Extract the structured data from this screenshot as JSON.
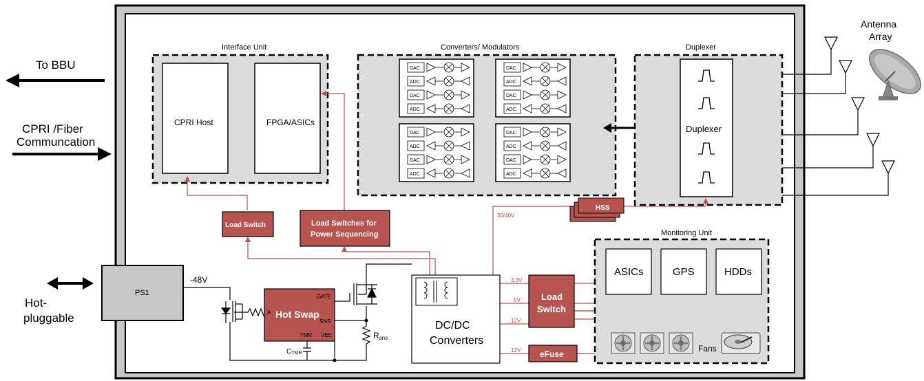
{
  "external": {
    "to_bbu": "To BBU",
    "cpri_line1": "CPRI /Fiber",
    "cpri_line2": "Communcation",
    "hot_line1": "Hot-",
    "hot_line2": "pluggable",
    "antenna_line1": "Antenna",
    "antenna_line2": "Array"
  },
  "interface_unit": {
    "title": "Interface Unit",
    "cpri_host": "CPRI Host",
    "fpga": "FPGA/ASICs"
  },
  "converters": {
    "title": "Converters/ Modulators",
    "dac": "DAC",
    "adc": "ADC"
  },
  "duplexer": {
    "title": "Duplexer",
    "inner": "Duplexer"
  },
  "power": {
    "ps1": "PS1",
    "minus48": "-48V",
    "load_switch": "Load Switch",
    "ls_seq_line1": "Load Switches for",
    "ls_seq_line2": "Power Sequencing",
    "hss": "HSS",
    "v30_40": "30/40V",
    "hot_swap": "Hot Swap",
    "gate": "GATE",
    "sns": "SNS",
    "tmr": "TMR",
    "vee": "VEE",
    "pin_a": "A",
    "ctmr_main": "C",
    "ctmr_sub": "TMR",
    "rsns_main": "R",
    "rsns_sub": "sns",
    "dcdc_line1": "DC/DC",
    "dcdc_line2": "Converters",
    "v3_3": "3.3V",
    "v5": "5V",
    "v12a": "12V",
    "v12b": "12V",
    "load_switch2_line1": "Load",
    "load_switch2_line2": "Switch",
    "efuse": "eFuse"
  },
  "monitoring": {
    "title": "Monitoring Unit",
    "asics": "ASICs",
    "gps": "GPS",
    "hdds": "HDDs",
    "fans": "Fans"
  },
  "colors": {
    "accent_red": "#b85450",
    "box_gray": "#dcdcdc",
    "frame_gray": "#c8c8c8"
  }
}
